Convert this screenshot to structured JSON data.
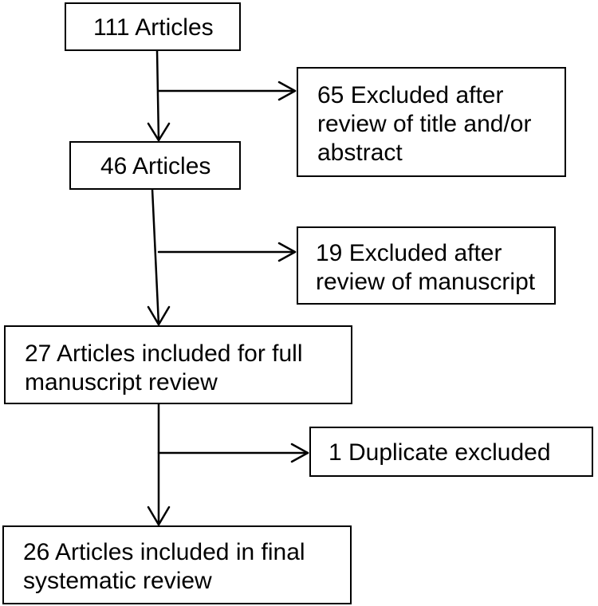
{
  "flow": {
    "start": {
      "lines": [
        "111 Articles"
      ]
    },
    "exclusion1": {
      "lines": [
        "65 Excluded after",
        "review of title and/or",
        "abstract"
      ]
    },
    "step2": {
      "lines": [
        "46 Articles"
      ]
    },
    "exclusion2": {
      "lines": [
        "19 Excluded after",
        "review of manuscript"
      ]
    },
    "step3": {
      "lines": [
        "27 Articles included for full",
        "manuscript review"
      ]
    },
    "exclusion3": {
      "lines": [
        "1 Duplicate excluded"
      ]
    },
    "final": {
      "lines": [
        "26 Articles included in final",
        "systematic review"
      ]
    }
  }
}
